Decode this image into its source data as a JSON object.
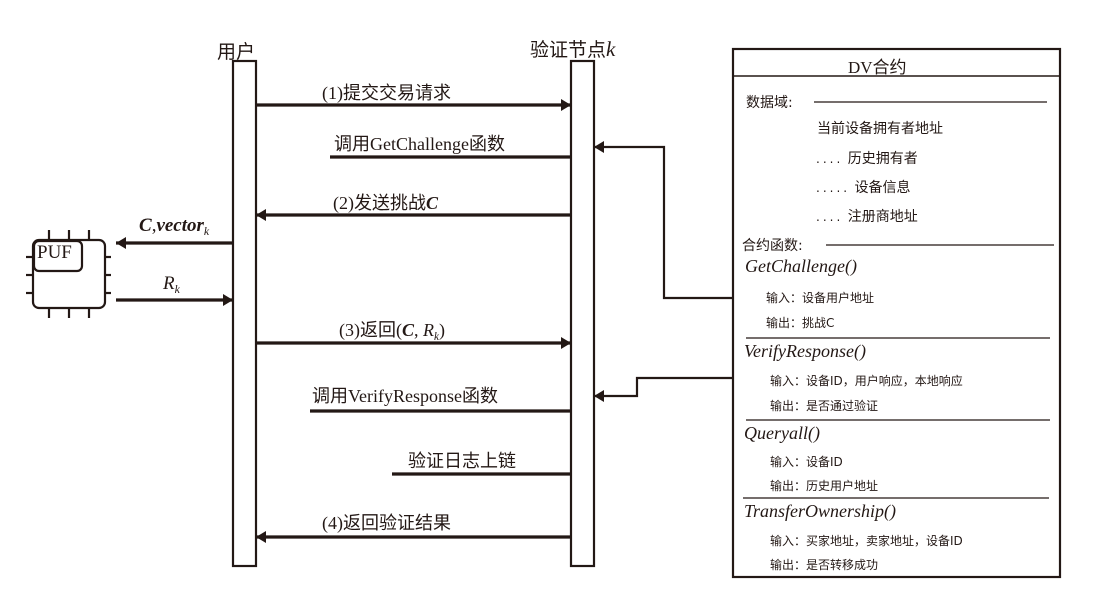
{
  "participants": {
    "user": "用户",
    "verifier": "验证节点",
    "verifier_index": "k",
    "puf": "PUF"
  },
  "messages": {
    "m1": "(1)提交交易请求",
    "call_getchallenge": "调用GetChallenge函数",
    "m2_prefix": "(2)发送挑战",
    "m2_var": "C",
    "puf_out_c": "C",
    "puf_out_sep": ",",
    "puf_out_vector": "vector",
    "puf_out_sub": "k",
    "puf_in_r": "R",
    "puf_in_sub": "k",
    "m3_prefix": "(3)返回(",
    "m3_c": "C",
    "m3_sep": ", ",
    "m3_r": "R",
    "m3_sub": "k",
    "m3_close": ")",
    "call_verifyresponse": "调用VerifyResponse函数",
    "log_onchain": "验证日志上链",
    "m4": "(4)返回验证结果"
  },
  "contract": {
    "title": "DV合约",
    "data_domain_label": "数据域:",
    "data_fields": [
      {
        "dots": "",
        "label": "当前设备拥有者地址"
      },
      {
        "dots": "....",
        "label": "历史拥有者"
      },
      {
        "dots": ".....",
        "label": "设备信息"
      },
      {
        "dots": "....",
        "label": "注册商地址"
      }
    ],
    "functions_label": "合约函数:",
    "functions": [
      {
        "name": "GetChallenge()",
        "input": "输入：设备用户地址",
        "output": "输出：挑战C"
      },
      {
        "name": "VerifyResponse()",
        "input": "输入：设备ID，用户响应，本地响应",
        "output": "输出：是否通过验证"
      },
      {
        "name": "Queryall()",
        "input": "输入：设备ID",
        "output": "输出：历史用户地址"
      },
      {
        "name": "TransferOwnership()",
        "input": "输入：买家地址，卖家地址，设备ID",
        "output": "输出：是否转移成功"
      }
    ]
  },
  "colors": {
    "ink": "#231815",
    "background": "#ffffff"
  }
}
